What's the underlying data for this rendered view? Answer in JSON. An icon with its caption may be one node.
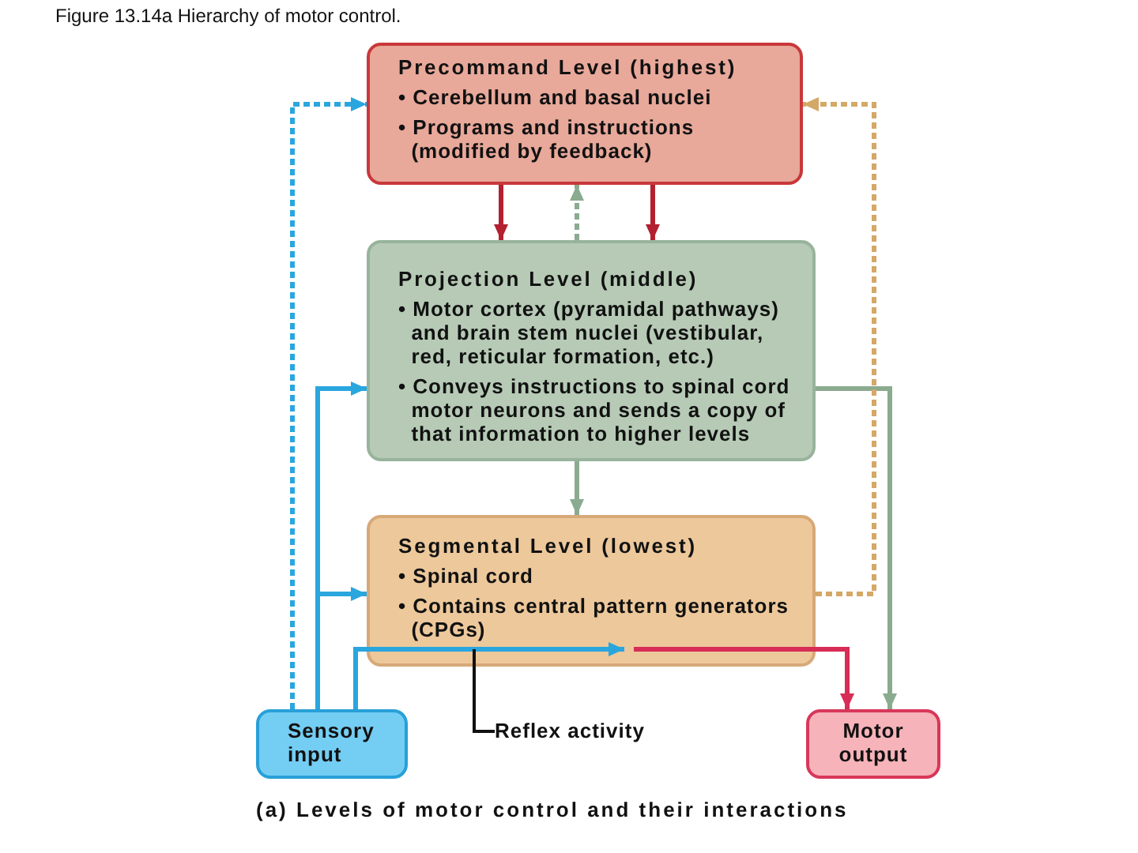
{
  "diagram": {
    "title": "Figure 13.14a Hierarchy of motor control.",
    "caption": "(a) Levels of motor control and their interactions",
    "nodes": [
      {
        "text": [
          "Precommand Level (highest)",
          "• Cerebellum and basal nuclei",
          "• Programs and instructions (modified by feedback)"
        ]
      },
      {
        "text": [
          "Projection Level (middle)",
          "• Motor cortex (pyramidal pathways) and brain stem nuclei (vestibular, red, reticular formation, etc.)",
          "• Conveys instructions to spinal cord motor neurons and sends a copy of that information to higher levels"
        ]
      },
      {
        "text": [
          "Segmental Level (lowest)",
          "• Spinal cord",
          "• Contains central pattern generators (CPGs)"
        ]
      },
      {
        "text": [
          "Sensory input"
        ]
      },
      {
        "text": [
          "Reflex activity"
        ]
      },
      {
        "text": [
          "Motor output"
        ]
      }
    ],
    "edges": [
      {
        "from": 0,
        "to": 1,
        "arrow": "to",
        "color": "#b3202f"
      },
      {
        "from": 1,
        "to": 0,
        "arrow": "to",
        "style": "dashed",
        "color": "#8aab8f"
      },
      {
        "from": 0,
        "to": 1,
        "arrow": "to",
        "color": "#b3202f"
      },
      {
        "from": 1,
        "to": 2,
        "arrow": "to",
        "color": "#8aab8f"
      },
      {
        "from": 3,
        "to": 0,
        "arrow": "to",
        "style": "dashed",
        "color": "#2aa6de"
      },
      {
        "from": 3,
        "to": 1,
        "arrow": "to",
        "color": "#2aa6de"
      },
      {
        "from": 3,
        "to": 2,
        "arrow": "to",
        "color": "#2aa6de"
      },
      {
        "from": 3,
        "to": 2,
        "arrow": "to",
        "color": "#2aa6de"
      },
      {
        "from": 2,
        "to": 5,
        "arrow": "to",
        "color": "#d72d56"
      },
      {
        "from": 1,
        "to": 5,
        "arrow": "to",
        "color": "#8aab8f"
      },
      {
        "from": 2,
        "to": 0,
        "arrow": "to",
        "style": "dashed",
        "color": "#d4a867"
      },
      {
        "from": 4,
        "to": 2,
        "arrow": "none",
        "color": "#111111"
      }
    ]
  }
}
